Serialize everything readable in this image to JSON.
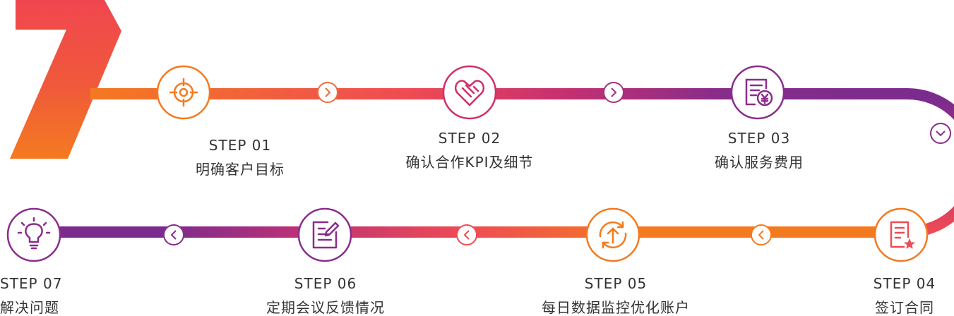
{
  "steps": [
    {
      "label": "STEP 01",
      "title": "明确客户目标",
      "icon": "target-icon",
      "color": "#f47a20"
    },
    {
      "label": "STEP 02",
      "title": "确认合作KPI及细节",
      "icon": "handshake-heart-icon",
      "color": "#d9285b"
    },
    {
      "label": "STEP 03",
      "title": "确认服务费用",
      "icon": "invoice-yen-icon",
      "color": "#8b2c8c"
    },
    {
      "label": "STEP 04",
      "title": "签订合同",
      "icon": "contract-star-icon",
      "color": "#f47a20"
    },
    {
      "label": "STEP 05",
      "title": "每日数据监控优化账户",
      "icon": "refresh-upload-icon",
      "color": "#f47a20"
    },
    {
      "label": "STEP 06",
      "title": "定期会议反馈情况",
      "icon": "edit-document-icon",
      "color": "#8b2c8c"
    },
    {
      "label": "STEP 07",
      "title": "解决问题",
      "icon": "lightbulb-icon",
      "color": "#8b2c8c"
    }
  ],
  "colors": {
    "orange": "#f47a20",
    "red": "#ef4b54",
    "magenta": "#d12f6b",
    "purple": "#7b2b8e"
  }
}
